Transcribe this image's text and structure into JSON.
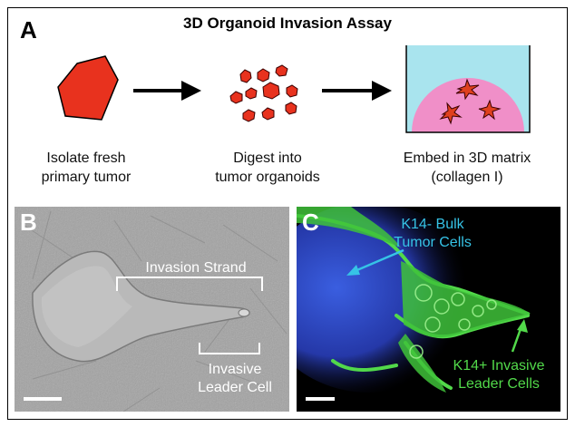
{
  "panel_a": {
    "letter": "A",
    "title": "3D Organoid Invasion Assay",
    "steps": [
      {
        "caption": "Isolate fresh\nprimary tumor",
        "icon": "tumor-icon"
      },
      {
        "caption": "Digest into\ntumor organoids",
        "icon": "organoids-icon"
      },
      {
        "caption": "Embed in 3D matrix\n(collagen I)",
        "icon": "matrix-dish-icon"
      }
    ],
    "arrow_icon": "right-arrow-icon"
  },
  "panel_b": {
    "letter": "B",
    "label_strand": "Invasion Strand",
    "label_leader": "Invasive\nLeader Cell"
  },
  "panel_c": {
    "letter": "C",
    "label_bulk": "K14- Bulk\nTumor Cells",
    "label_leader": "K14+ Invasive\nLeader Cells"
  },
  "colors": {
    "tumor_red": "#e8321e",
    "matrix_cyan": "#a9e4ee",
    "matrix_pink": "#f08fc8",
    "bulk_cyan": "#36c3e6",
    "leader_green": "#52d94a"
  }
}
